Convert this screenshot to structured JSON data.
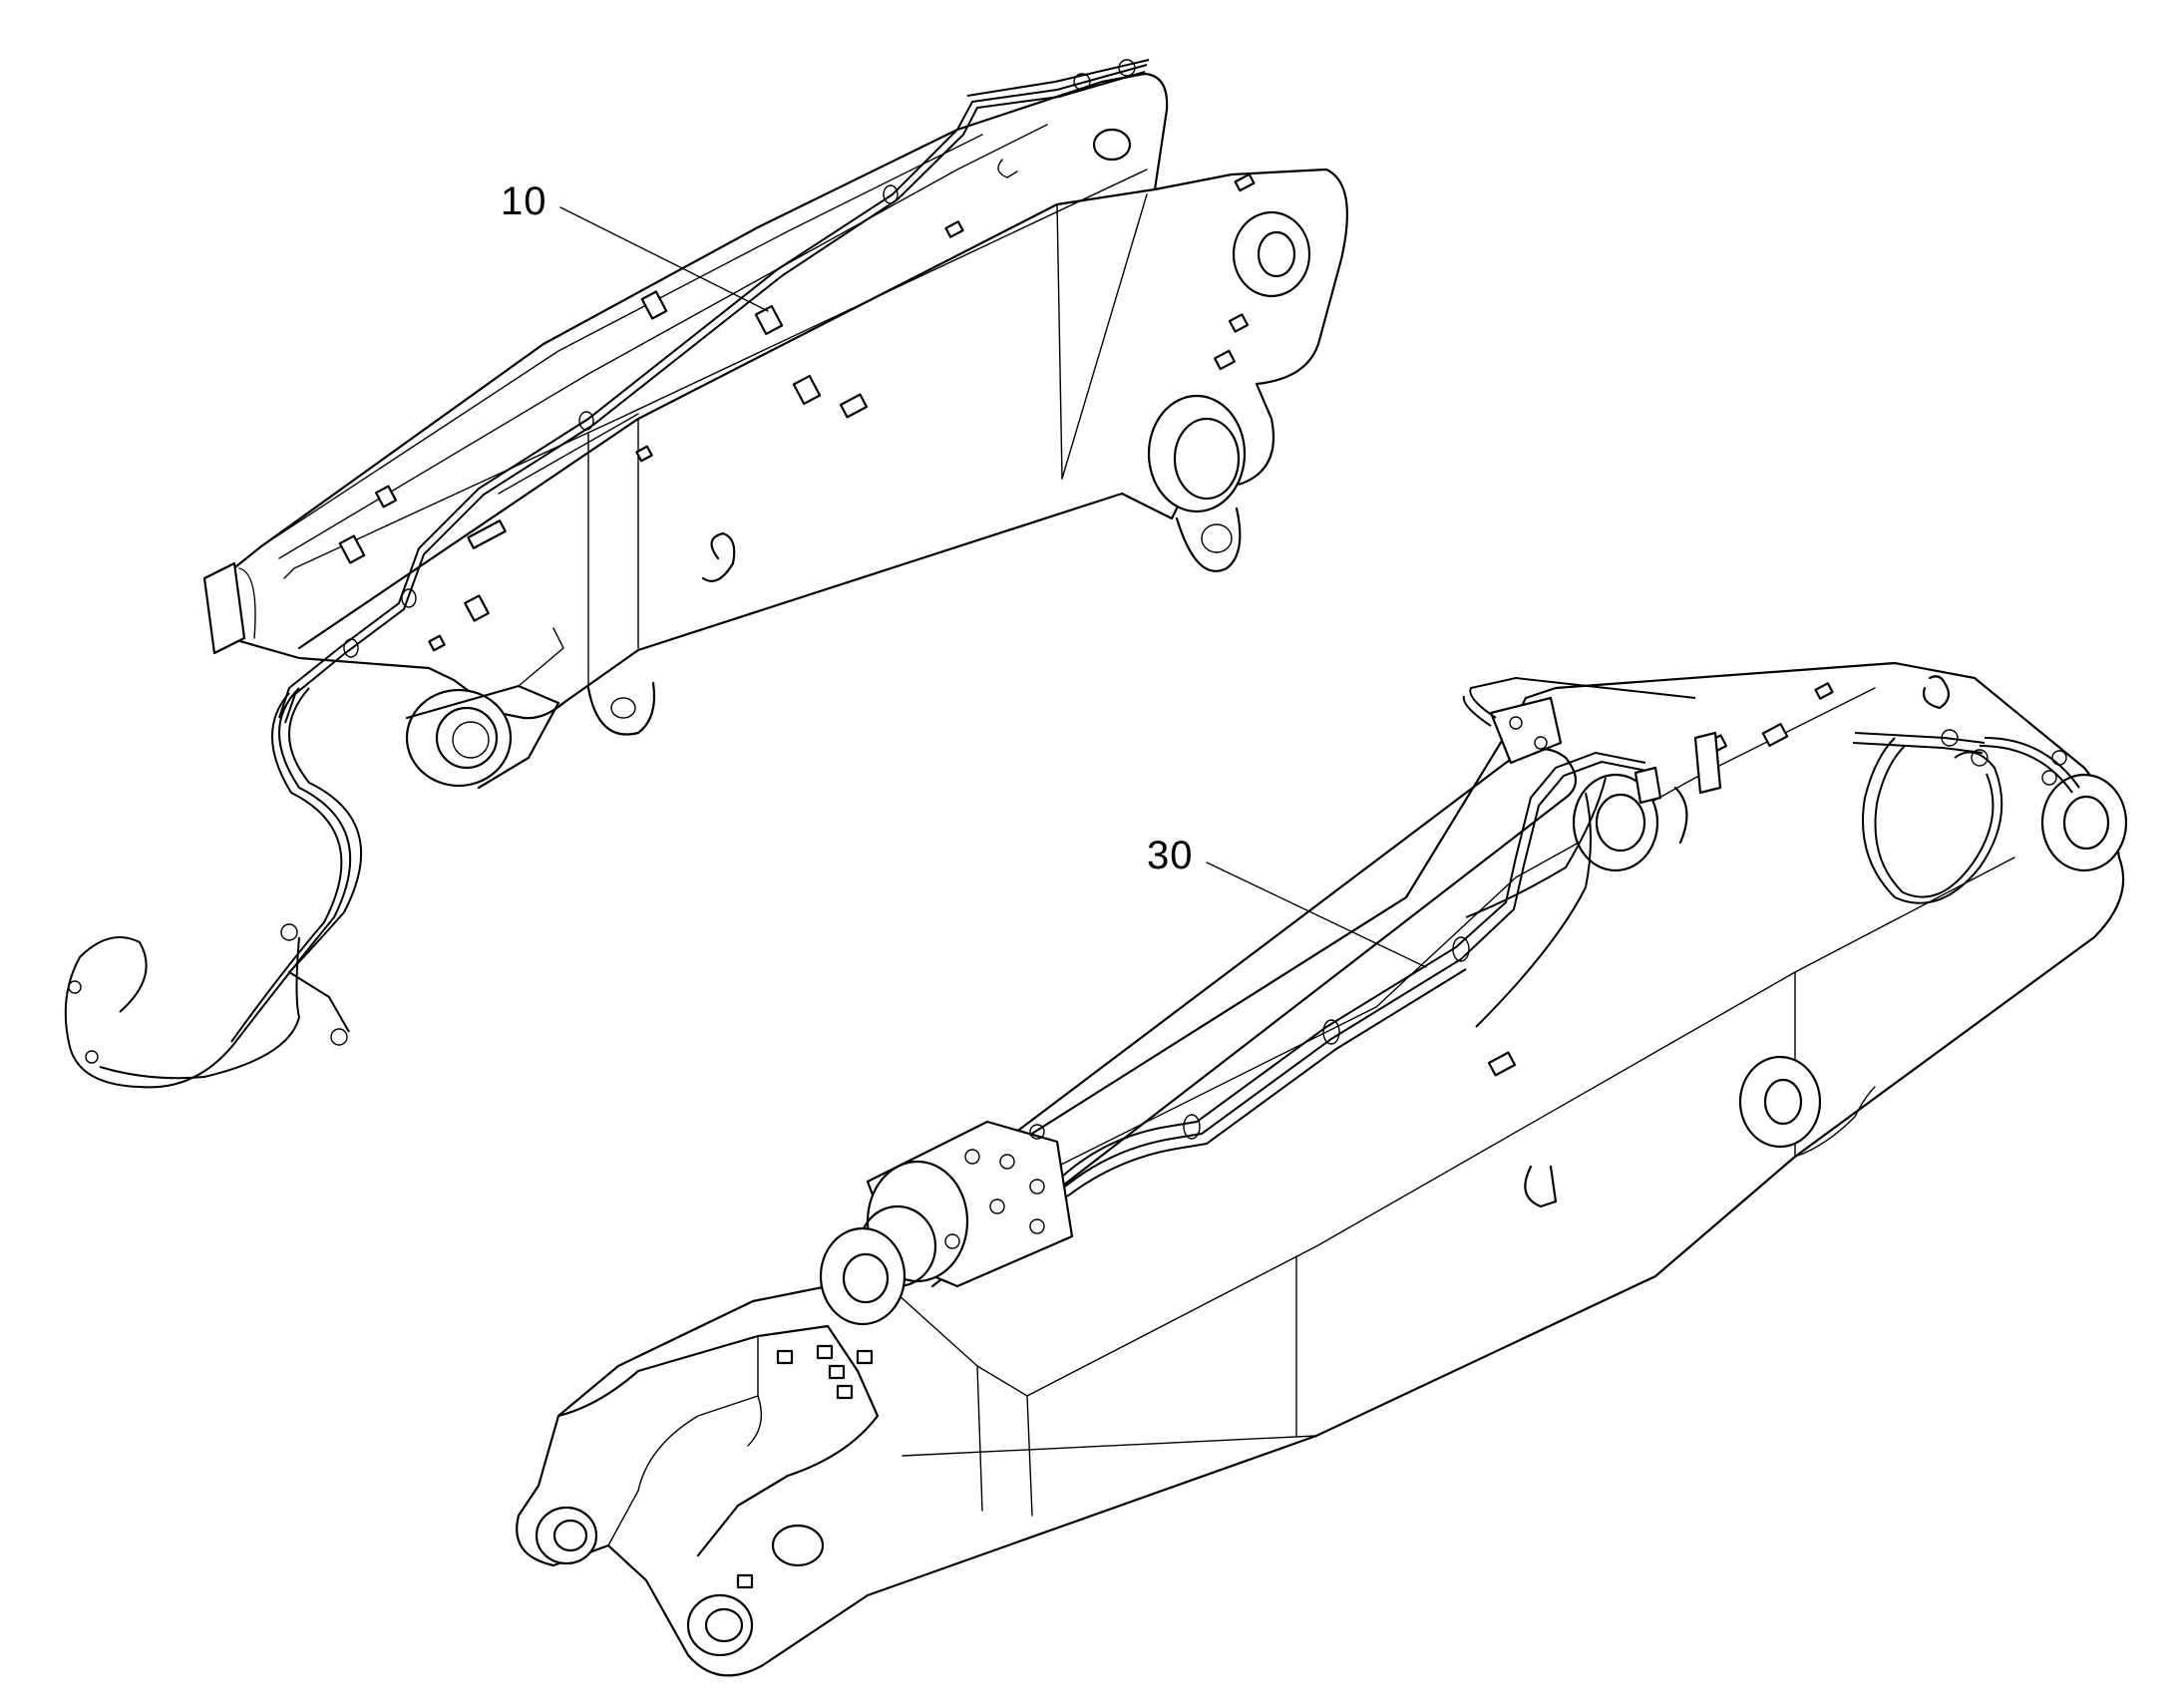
{
  "diagram": {
    "callouts": [
      {
        "id": "c10",
        "label": "10"
      },
      {
        "id": "c30",
        "label": "30"
      }
    ]
  }
}
